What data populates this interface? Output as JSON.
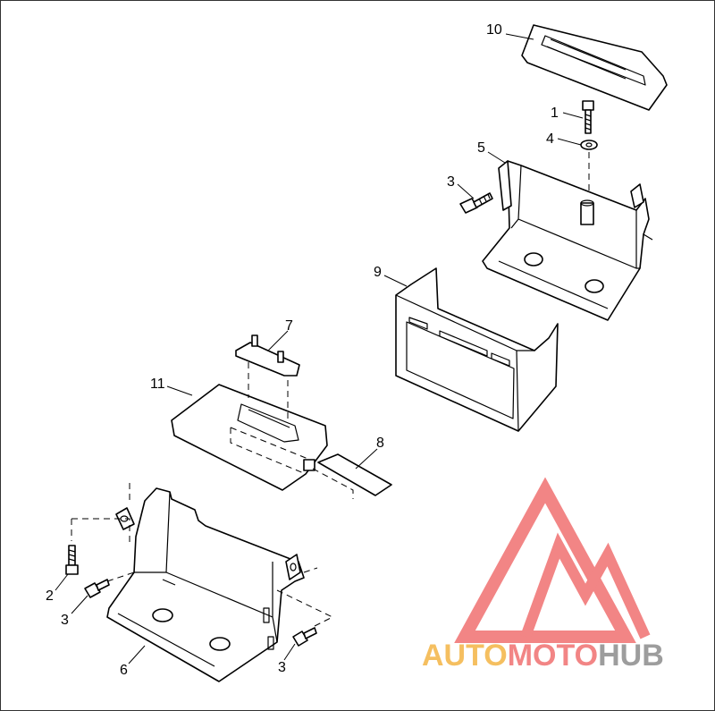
{
  "diagram": {
    "callouts": [
      {
        "id": "c10",
        "label": "10"
      },
      {
        "id": "c1",
        "label": "1"
      },
      {
        "id": "c4",
        "label": "4"
      },
      {
        "id": "c5",
        "label": "5"
      },
      {
        "id": "c3a",
        "label": "3"
      },
      {
        "id": "c9",
        "label": "9"
      },
      {
        "id": "c7",
        "label": "7"
      },
      {
        "id": "c11",
        "label": "11"
      },
      {
        "id": "c8",
        "label": "8"
      },
      {
        "id": "c2",
        "label": "2"
      },
      {
        "id": "c3b",
        "label": "3"
      },
      {
        "id": "c6",
        "label": "6"
      },
      {
        "id": "c3c",
        "label": "3"
      }
    ]
  },
  "watermark": {
    "part1": "AUTO",
    "part2": "MOTO",
    "part3": "HUB",
    "colors": {
      "orange": "#f4b545",
      "red": "#f07070",
      "gray": "#8c8c8c"
    }
  }
}
